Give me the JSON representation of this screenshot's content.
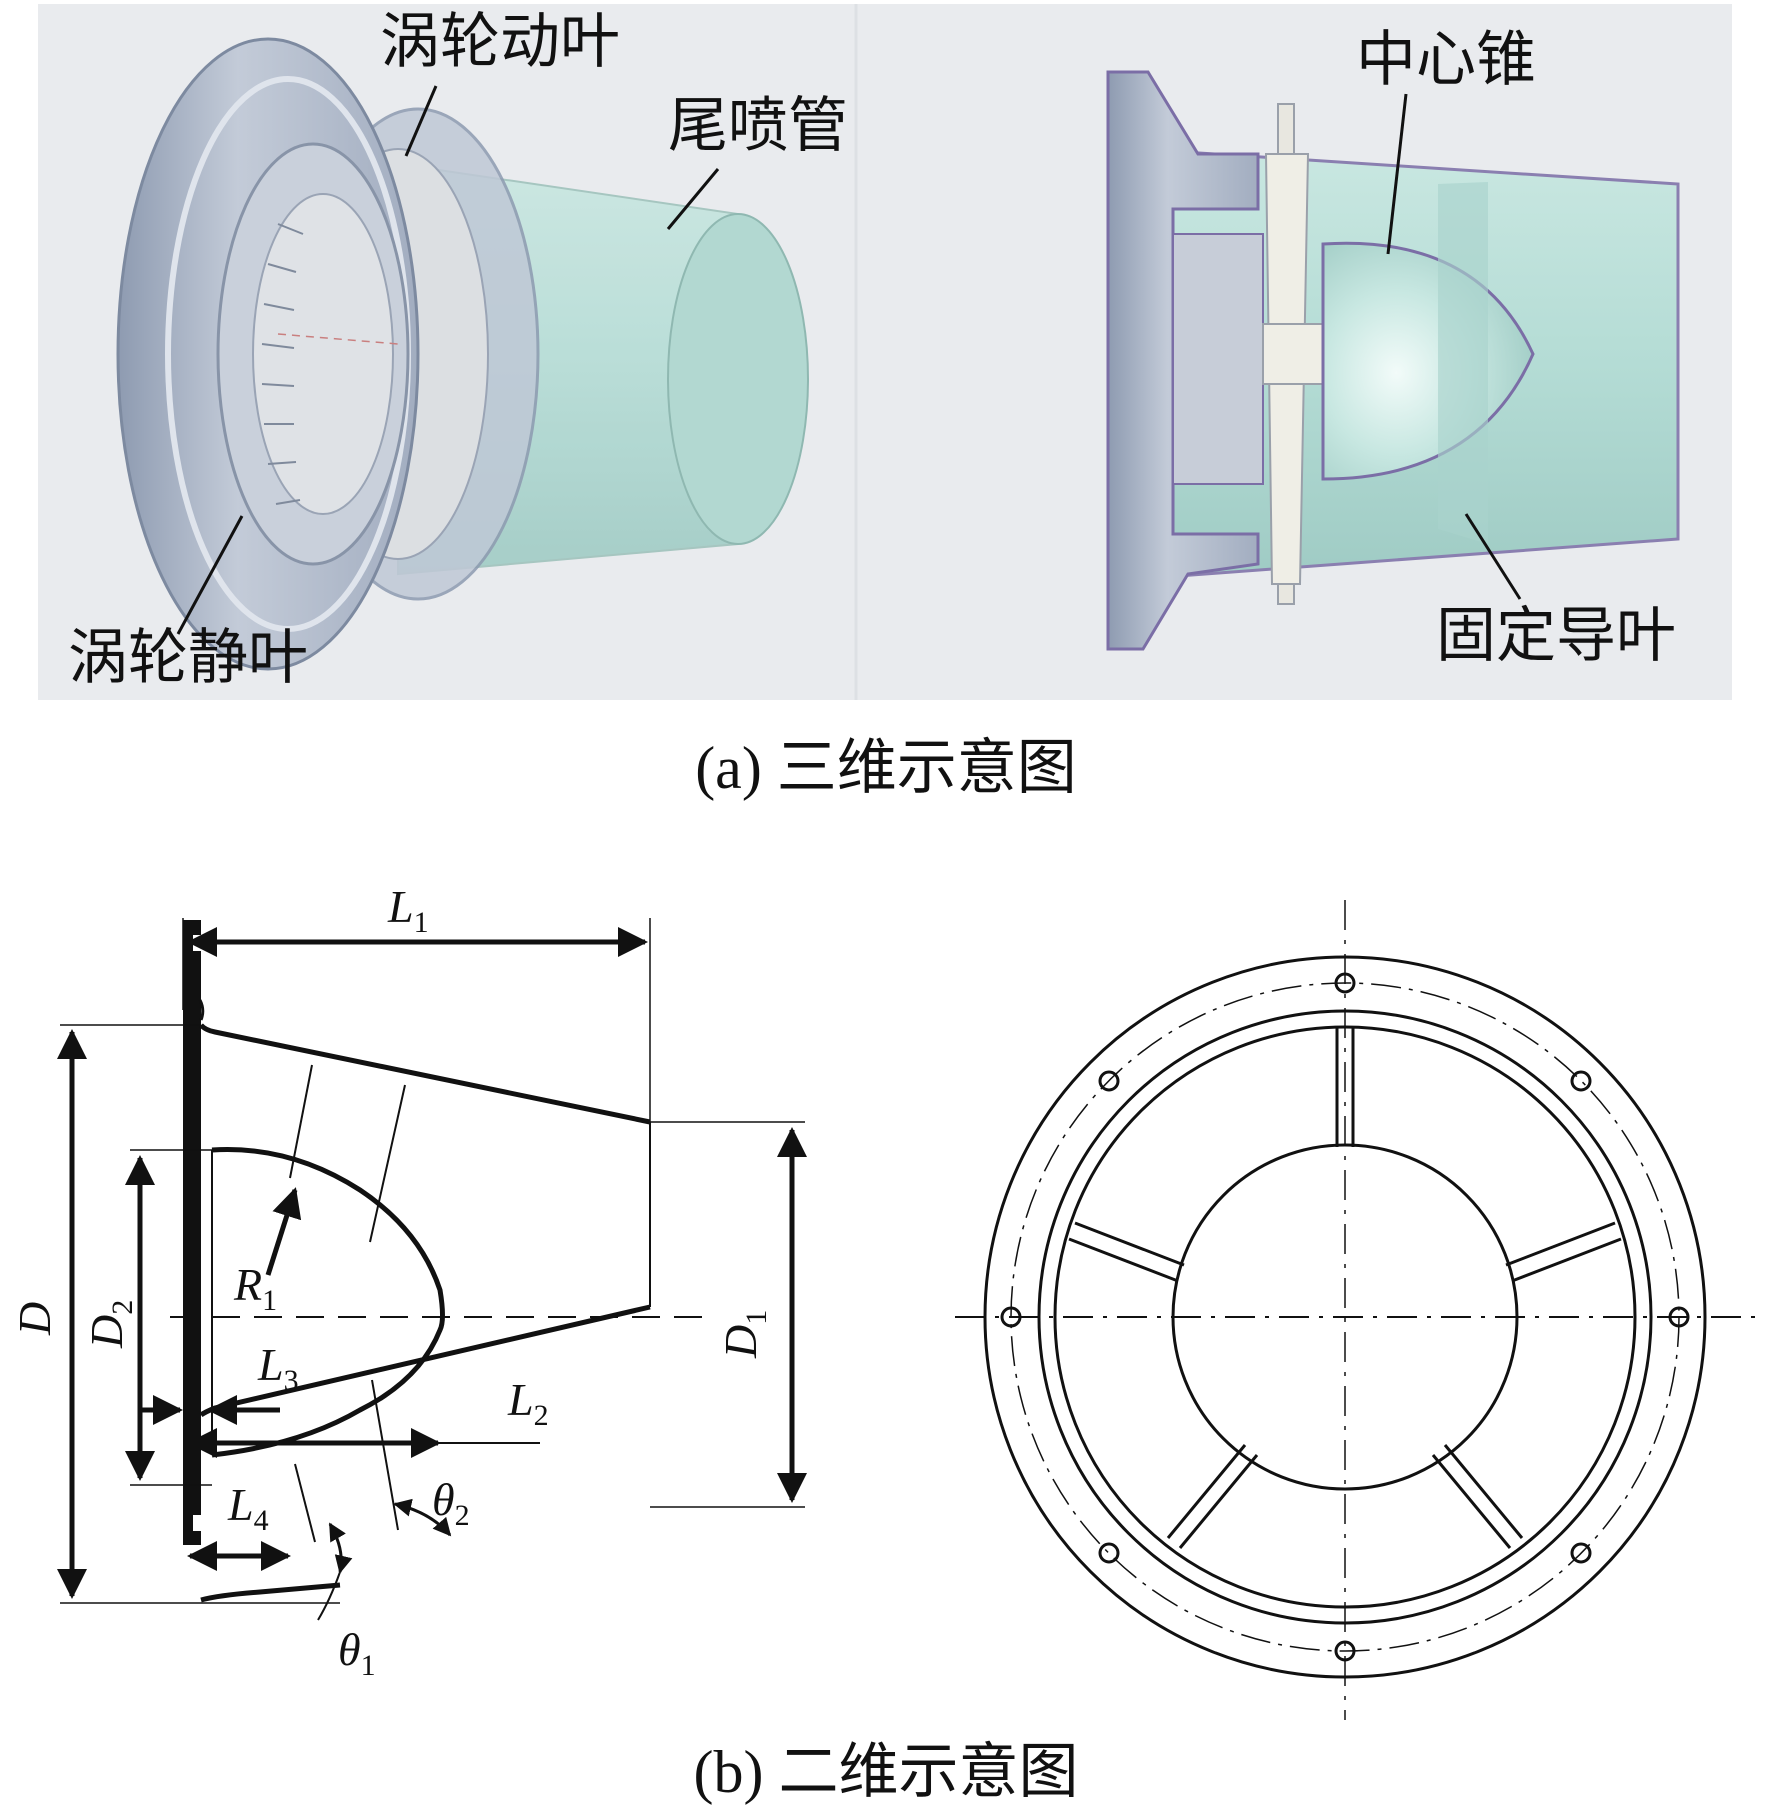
{
  "figure_a": {
    "caption_label": "(a)",
    "caption_text": "三维示意图",
    "callouts": {
      "rotor_blade": "涡轮动叶",
      "tail_nozzle": "尾喷管",
      "stator_blade": "涡轮静叶",
      "center_cone": "中心锥",
      "fixed_guide_vane": "固定导叶"
    }
  },
  "figure_b": {
    "caption_label": "(b)",
    "caption_text": "二维示意图",
    "dimensions": {
      "L1": {
        "main": "L",
        "sub": "1"
      },
      "L2": {
        "main": "L",
        "sub": "2"
      },
      "L3": {
        "main": "L",
        "sub": "3"
      },
      "L4": {
        "main": "L",
        "sub": "4"
      },
      "D": {
        "main": "D",
        "sub": ""
      },
      "D1": {
        "main": "D",
        "sub": "1"
      },
      "D2": {
        "main": "D",
        "sub": "2"
      },
      "R1": {
        "main": "R",
        "sub": "1"
      },
      "theta1": {
        "main": "θ",
        "sub": "1"
      },
      "theta2": {
        "main": "θ",
        "sub": "2"
      }
    }
  },
  "colors": {
    "panel_bg": "#e9ebee",
    "housing": "#a9b4c6",
    "nozzle": "#b9ded8",
    "blade": "#efeee6",
    "ink": "#111111"
  }
}
